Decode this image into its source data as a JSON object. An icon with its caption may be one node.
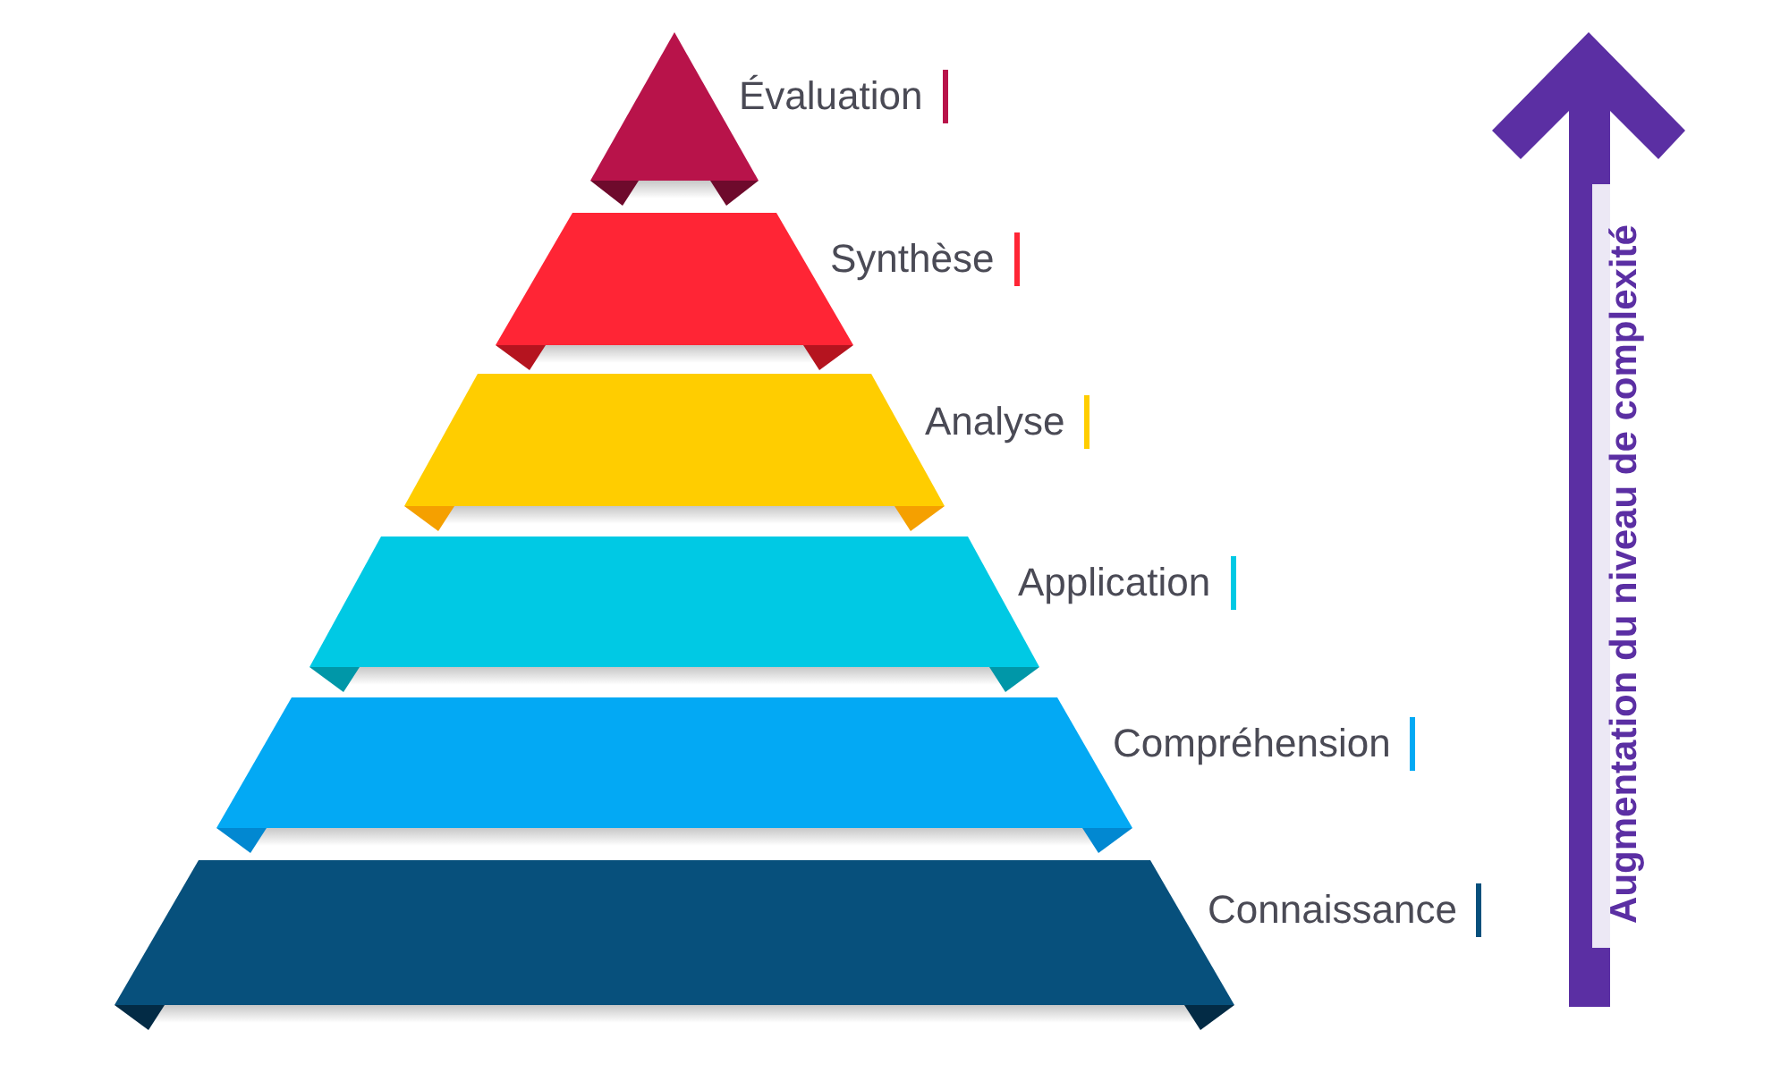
{
  "diagram": {
    "nodes": [
      {
        "text": [
          "Évaluation"
        ]
      },
      {
        "text": [
          "Synthèse"
        ]
      },
      {
        "text": [
          "Analyse"
        ]
      },
      {
        "text": [
          "Application"
        ]
      },
      {
        "text": [
          "Compréhension"
        ]
      },
      {
        "text": [
          "Connaissance"
        ]
      }
    ],
    "labels": [
      "Augmentation du niveau de complexité"
    ]
  }
}
